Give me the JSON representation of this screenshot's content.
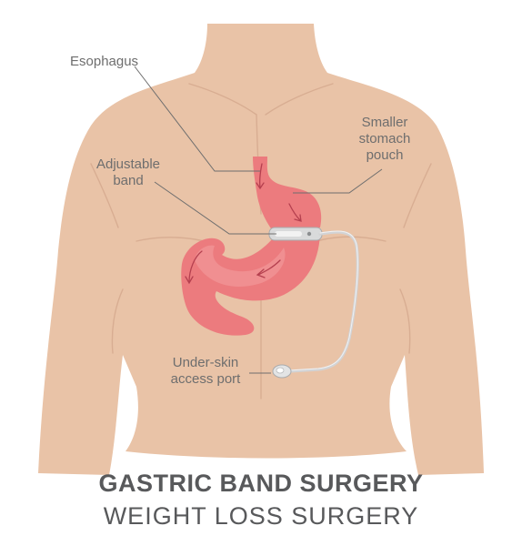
{
  "labels": {
    "esophagus": "Esophagus",
    "adjustable_band": [
      "Adjustable",
      "band"
    ],
    "pouch": [
      "Smaller",
      "stomach",
      "pouch"
    ],
    "port": [
      "Under-skin",
      "access port"
    ]
  },
  "title": "GASTRIC BAND SURGERY",
  "subtitle": "WEIGHT LOSS SURGERY",
  "colors": {
    "skin": "#e9c3a7",
    "skin_shadow": "#d9ab8f",
    "stomach": "#ec7b7e",
    "stomach_dark": "#c8495a",
    "band": "#d9dadb",
    "label_text": "#6e6e6e",
    "title_text": "#58595b"
  }
}
